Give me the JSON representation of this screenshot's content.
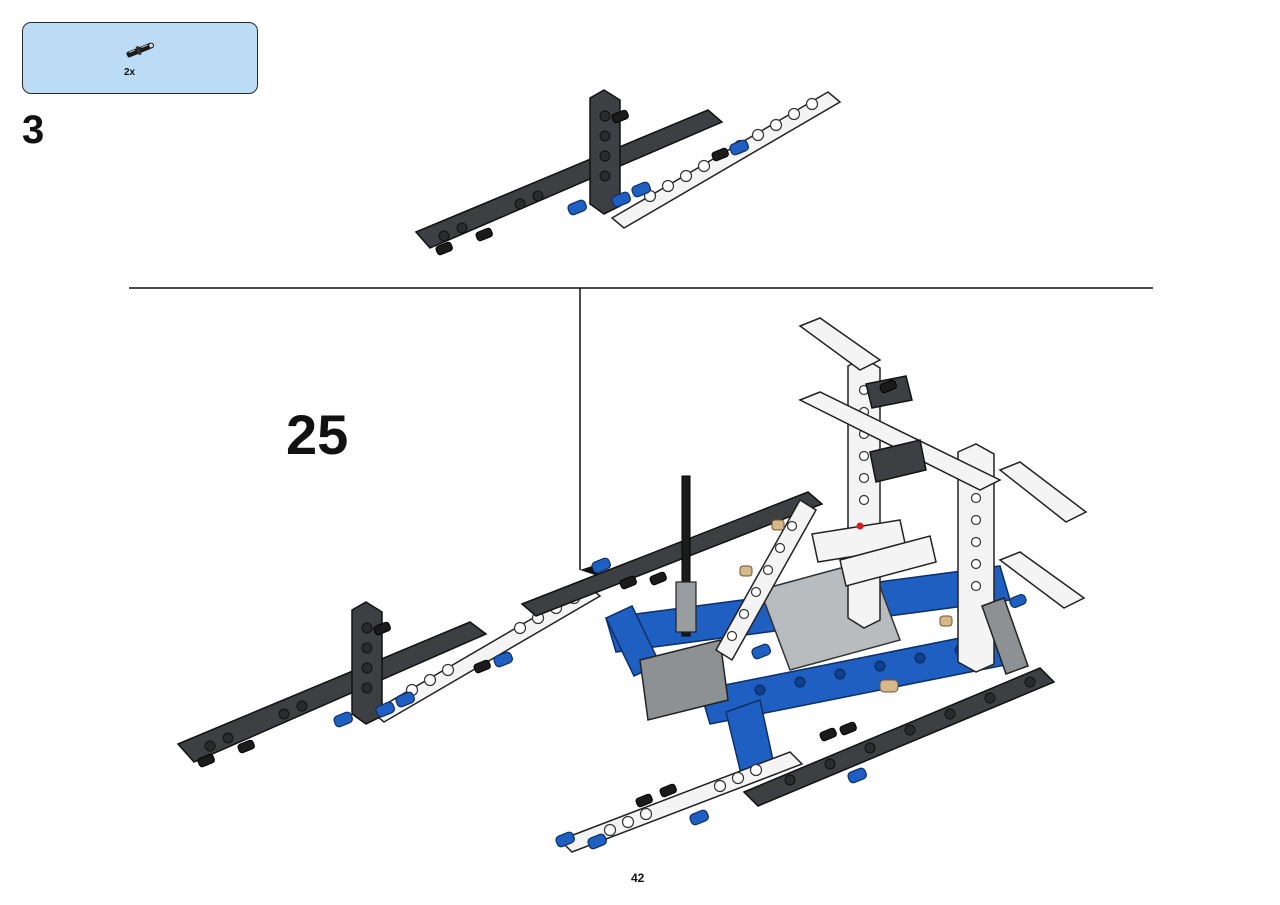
{
  "callout": {
    "part_icon": "black-friction-pin-icon",
    "quantity": "2x",
    "color": "#bcdcf6"
  },
  "substep": {
    "number": "3"
  },
  "step": {
    "number": "25"
  },
  "page": {
    "number": "42"
  },
  "colors": {
    "dark_gray": "#3d3f42",
    "white_part": "#f4f4f4",
    "blue_part": "#1f5fc2",
    "black_part": "#1b1b1b",
    "light_gray": "#b9bcbf",
    "tan": "#d6b98a"
  }
}
